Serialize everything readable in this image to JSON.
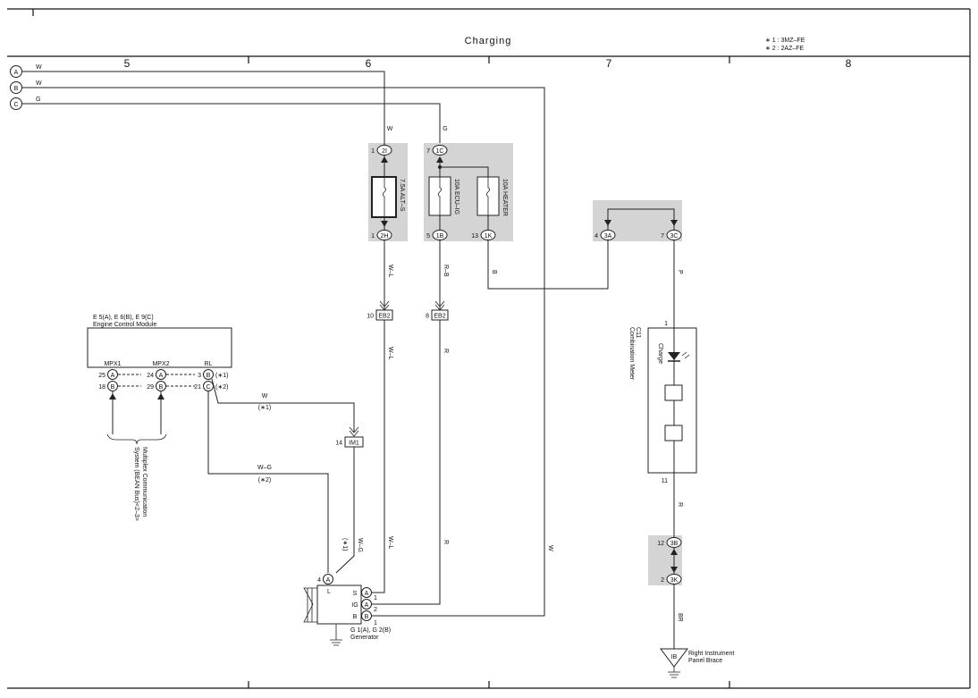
{
  "header": {
    "title": "Charging",
    "notes": [
      "∗ 1 : 3MZ–FE",
      "∗ 2 : 2AZ–FE"
    ],
    "columns": [
      "5",
      "6",
      "7",
      "8"
    ]
  },
  "inputs": [
    {
      "id": "A",
      "wire": "W"
    },
    {
      "id": "B",
      "wire": "W"
    },
    {
      "id": "C",
      "wire": "G"
    }
  ],
  "relay_block_1": {
    "fuse_label": "7.5A ALT–S",
    "top": {
      "pin": "1",
      "conn": "2I"
    },
    "bottom": {
      "pin": "1",
      "conn": "2H"
    },
    "in_wire": "W",
    "out_wire": "W–L"
  },
  "relay_block_2": {
    "fuse1_label": "10A ECU–IG",
    "fuse2_label": "10A HEATER",
    "top": {
      "pin": "7",
      "conn": "1C"
    },
    "bottom1": {
      "pin": "5",
      "conn": "1B"
    },
    "bottom2": {
      "pin": "13",
      "conn": "1K"
    },
    "in_wire": "G",
    "out_wire1": "R–B",
    "out_wire2": "B"
  },
  "junction_3": {
    "left": {
      "pin": "4",
      "conn": "3A"
    },
    "right": {
      "pin": "7",
      "conn": "3C"
    },
    "out_wire": "P"
  },
  "eb2_left": {
    "pin": "10",
    "conn": "EB2",
    "wire_below": "W–L"
  },
  "eb2_right": {
    "pin": "8",
    "conn": "EB2",
    "wire_below": "R"
  },
  "ecm": {
    "title1": "E 5(A), E 6(B), E 9(C)",
    "title2": "Engine Control Module",
    "terms": [
      "MPX1",
      "MPX2",
      "RL"
    ],
    "row1": [
      {
        "pin": "25",
        "letter": "A"
      },
      {
        "pin": "24",
        "letter": "A"
      },
      {
        "pin": "3",
        "letter": "B",
        "note": "(∗1)"
      }
    ],
    "row2": [
      {
        "pin": "18",
        "letter": "B"
      },
      {
        "pin": "29",
        "letter": "B"
      },
      {
        "pin": "21",
        "letter": "C",
        "note": "(∗2)"
      }
    ],
    "multiplex_label_1": "Multiplex Communication",
    "multiplex_label_2": "System (BEAN Bus)<2–3>"
  },
  "wire_rl1": {
    "color": "W",
    "note": "(∗1)"
  },
  "wire_rl2": {
    "color": "W–G",
    "note": "(∗2)"
  },
  "im1": {
    "pin": "14",
    "conn": "IM1",
    "wire_below": "W–G",
    "note": "(∗1)"
  },
  "generator": {
    "label1": "G 1(A), G 2(B)",
    "label2": "Generator",
    "l_pin": "4",
    "l_letter": "A",
    "l_term": "L",
    "terms": [
      {
        "name": "S",
        "letter": "A",
        "pin": "1"
      },
      {
        "name": "IG",
        "letter": "A",
        "pin": "2"
      },
      {
        "name": "B",
        "letter": "B",
        "pin": "1"
      }
    ],
    "wire_s": "W–L",
    "wire_ig": "R",
    "wire_b": "W"
  },
  "meter": {
    "code": "C11",
    "name": "Combination Meter",
    "lamp": "Charge",
    "pin_top": "1",
    "pin_bottom": "11",
    "wire_out": "R"
  },
  "junction_b": {
    "top": {
      "pin": "12",
      "conn": "3B"
    },
    "bottom": {
      "pin": "2",
      "conn": "3K"
    },
    "wire_out": "BR"
  },
  "ground": {
    "code": "IB",
    "label1": "Right Instrument",
    "label2": "Panel Brace"
  }
}
